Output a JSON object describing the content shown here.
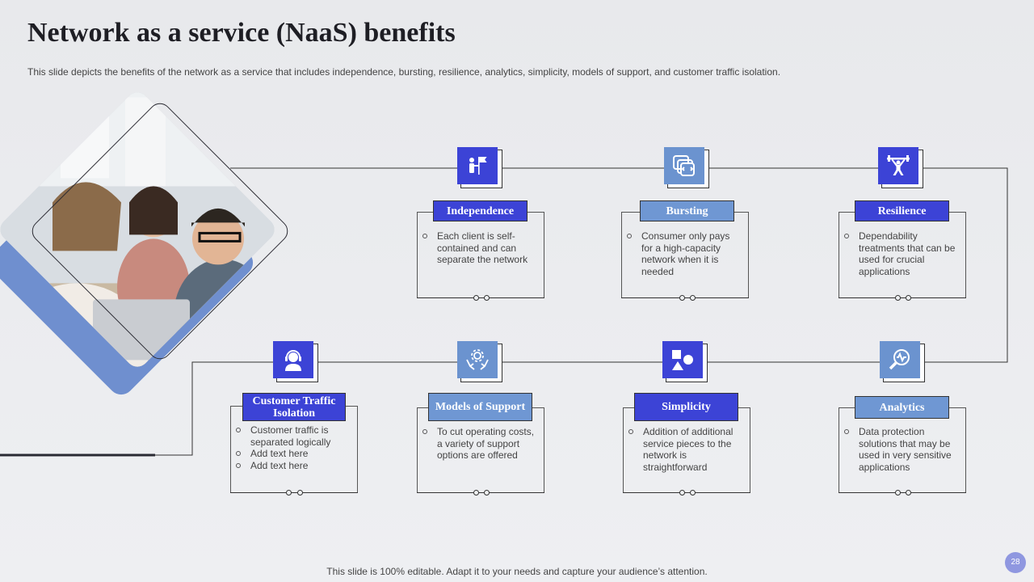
{
  "title": "Network as a service (NaaS) benefits",
  "subtitle": "This slide depicts the benefits of the network as a service that includes independence, bursting, resilience, analytics, simplicity, models of support, and customer traffic isolation.",
  "footer": "This slide is 100% editable. Adapt it to your needs and capture your audience’s attention.",
  "page_number": "28",
  "colors": {
    "dark_accent": "#3c43d6",
    "light_accent": "#6f97d3",
    "diamond_accent": "#6f8fcf"
  },
  "benefits": [
    {
      "label": "Independence",
      "icon": "flag-person-icon",
      "style": "dark",
      "bullets": [
        "Each client is self-contained and can separate the network"
      ]
    },
    {
      "label": "Bursting",
      "icon": "overlapping-screens-icon",
      "style": "light",
      "bullets": [
        "Consumer only pays for a high-capacity network when it is needed"
      ]
    },
    {
      "label": "Resilience",
      "icon": "weightlifter-icon",
      "style": "dark",
      "bullets": [
        "Dependability treatments that can be used for crucial applications"
      ]
    },
    {
      "label": "Customer Traffic Isolation",
      "icon": "headset-agent-icon",
      "style": "dark",
      "bullets": [
        "Customer traffic is separated logically",
        "Add text here",
        "Add text here"
      ]
    },
    {
      "label": "Models of Support",
      "icon": "hands-gear-icon",
      "style": "light",
      "bullets": [
        "To cut operating costs, a variety of support options are offered"
      ]
    },
    {
      "label": "Simplicity",
      "icon": "shapes-icon",
      "style": "dark",
      "bullets": [
        "Addition of additional service pieces to the network is straightforward"
      ]
    },
    {
      "label": "Analytics",
      "icon": "magnifier-chart-icon",
      "style": "light",
      "bullets": [
        "Data protection solutions that may be used in very sensitive applications"
      ]
    }
  ]
}
